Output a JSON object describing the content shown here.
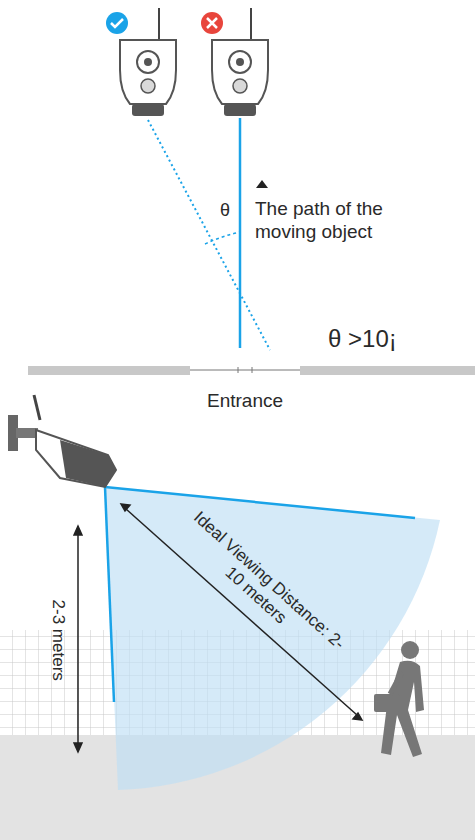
{
  "diagram": {
    "labels": [
      "θ",
      "The path of the moving object",
      "θ >10¡",
      "Entrance",
      "Ideal Viewing Distance: 2-10 meters",
      "2-3 meters"
    ]
  }
}
